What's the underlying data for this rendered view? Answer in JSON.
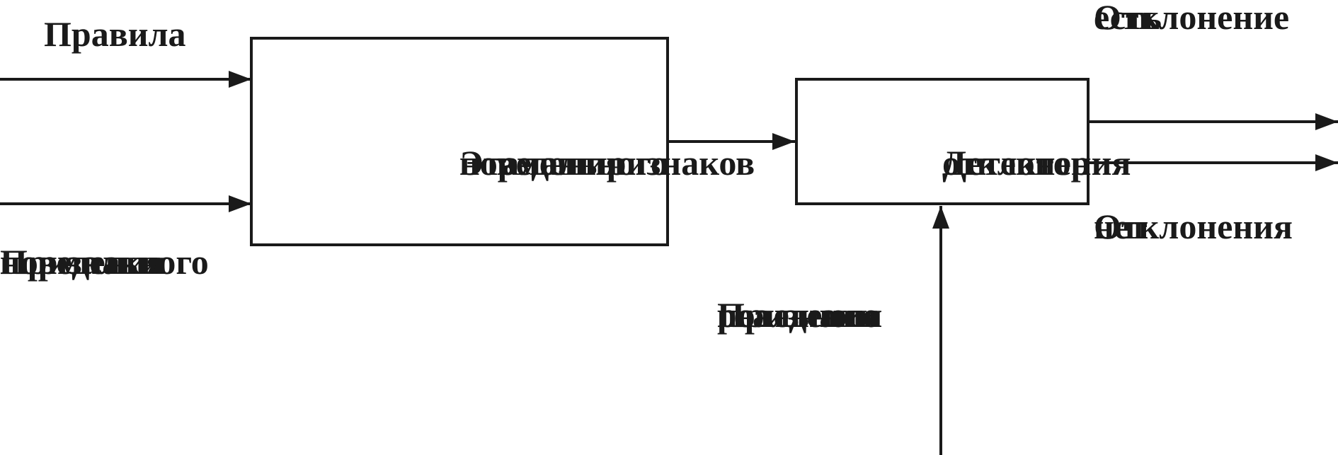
{
  "diagram": {
    "stroke_color": "#1a1a1a",
    "background": "#ffffff",
    "inputs": {
      "rules": [
        "Правила"
      ],
      "normal_features": [
        "Признаки",
        "нормального",
        "поведения"
      ]
    },
    "reference_block": [
      "Эталон признаков",
      "нормального",
      "поведения"
    ],
    "detector_block": [
      "Детектор",
      "отклонения"
    ],
    "real_features": [
      "Признаки",
      "реального",
      "поведения"
    ],
    "outputs": {
      "deviation_yes": [
        "Отклонение",
        "есть"
      ],
      "deviation_no": [
        "Отклонения",
        "нет"
      ]
    }
  }
}
